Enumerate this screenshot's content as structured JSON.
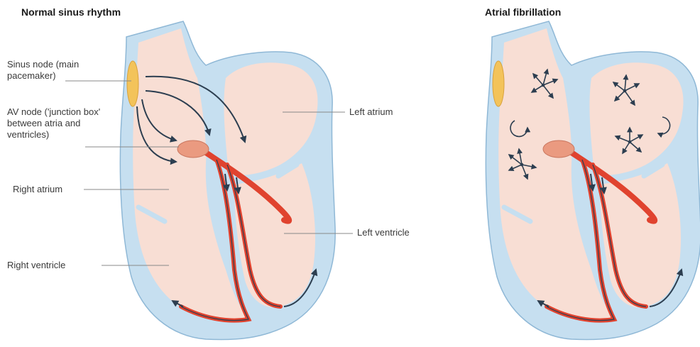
{
  "panels": [
    {
      "title": "Normal sinus rhythm"
    },
    {
      "title": "Atrial fibrillation"
    }
  ],
  "labels": {
    "sinus_node": "Sinus node (main pacemaker)",
    "av_node": "AV node ('junction box' between atria and ventricles)",
    "right_atrium": "Right atrium",
    "right_ventricle": "Right ventricle",
    "left_atrium": "Left atrium",
    "left_ventricle": "Left ventricle"
  },
  "colors": {
    "outer_wall": "#c6dff0",
    "outer_stroke": "#8fb8d6",
    "chamber": "#f8ded4",
    "sinus_node": "#f3c35a",
    "av_node": "#ea9a80",
    "conduction": "#e0432f",
    "arrow": "#2c3e50",
    "leader": "#888888"
  }
}
